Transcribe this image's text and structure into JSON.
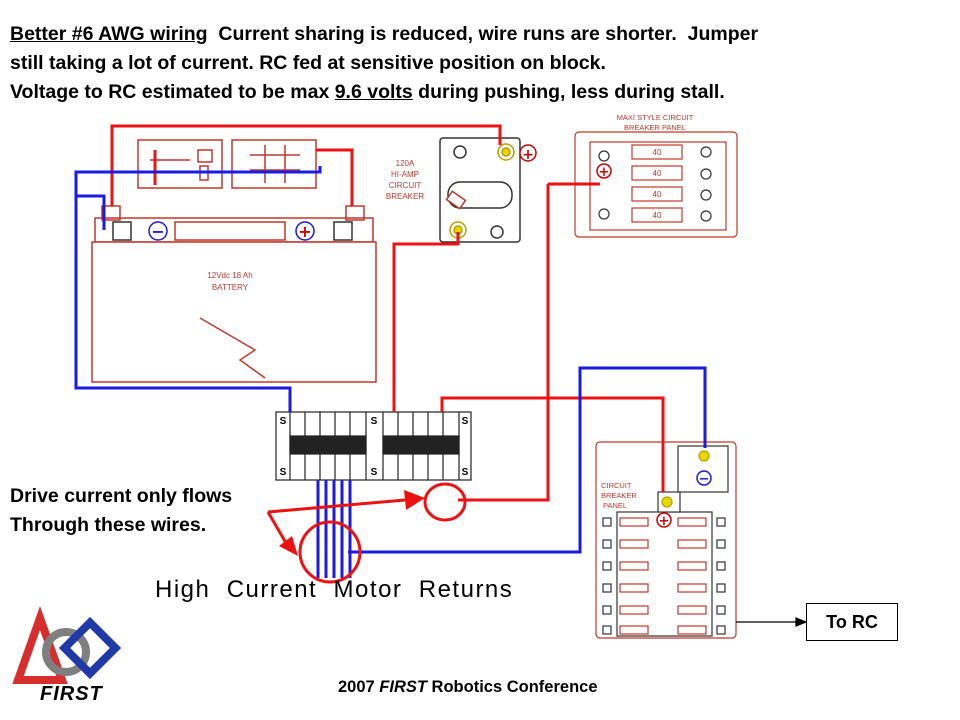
{
  "headline": {
    "line1_underlined": "Better #6 AWG wiring",
    "line1_rest": "  Current sharing is reduced, wire runs are shorter.  Jumper",
    "line2": "still taking a lot of current.  RC fed at sensitive position on block.",
    "line3_pre": "Voltage to RC estimated to be max ",
    "line3_underlined": "9.6 volts",
    "line3_post": " during pushing, less during stall."
  },
  "labels": {
    "breaker": [
      "120A",
      "HI-AMP",
      "CIRCUIT",
      "BREAKER"
    ],
    "maxi_panel": [
      "MAXI STYLE CIRCUIT",
      "BREAKER PANEL"
    ],
    "maxi_fuses": [
      "40",
      "40",
      "40",
      "40"
    ],
    "battery": [
      "12Vdc 18 Ah",
      "BATTERY"
    ],
    "cb_panel": [
      "CIRCUIT",
      "BREAKER",
      "PANEL"
    ],
    "terminal_s": "S",
    "minus": "−",
    "plus": "+"
  },
  "drive_note": {
    "line1": "Drive current only flows",
    "line2": "Through these wires."
  },
  "motor_returns": "High  Current  Motor  Returns",
  "to_rc": "To RC",
  "footer": {
    "year": "2007 ",
    "italic": "FIRST",
    "rest": " Robotics Conference"
  },
  "logo_text": "FIRST",
  "colors": {
    "wire_red": "#ee1111",
    "wire_blue": "#1a1ae6",
    "drawing_red": "#c0392b"
  }
}
